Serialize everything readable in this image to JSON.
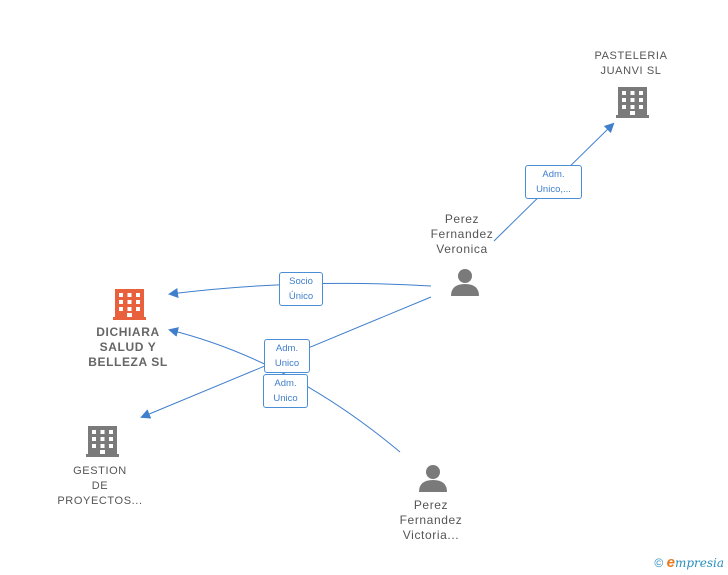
{
  "nodes": {
    "dichiara": {
      "lines": [
        "DICHIARA",
        "SALUD Y",
        "BELLEZA  SL"
      ],
      "icon": "building-icon",
      "color": "#e8603c"
    },
    "pasteleria": {
      "lines": [
        "PASTELERIA",
        "JUANVI  SL"
      ],
      "icon": "building-icon",
      "color": "#7a7a7a"
    },
    "gestion": {
      "lines": [
        "GESTION",
        "DE",
        "PROYECTOS..."
      ],
      "icon": "building-icon",
      "color": "#7a7a7a"
    },
    "veronica": {
      "lines": [
        "Perez",
        "Fernandez",
        "Veronica"
      ],
      "icon": "person-icon",
      "color": "#7a7a7a"
    },
    "victoria": {
      "lines": [
        "Perez",
        "Fernandez",
        "Victoria..."
      ],
      "icon": "person-icon",
      "color": "#7a7a7a"
    }
  },
  "relations": {
    "socio": [
      "Socio",
      "Único"
    ],
    "adm_pasteleria": [
      "Adm.",
      "Unico,..."
    ],
    "adm_gestion": [
      "Adm.",
      "Unico"
    ],
    "adm_dichiara": [
      "Adm.",
      "Unico"
    ]
  },
  "edge_color": "#3f7fcc",
  "footer": {
    "copyright": "©",
    "brand_initial": "e",
    "brand_rest": "mpresia"
  }
}
